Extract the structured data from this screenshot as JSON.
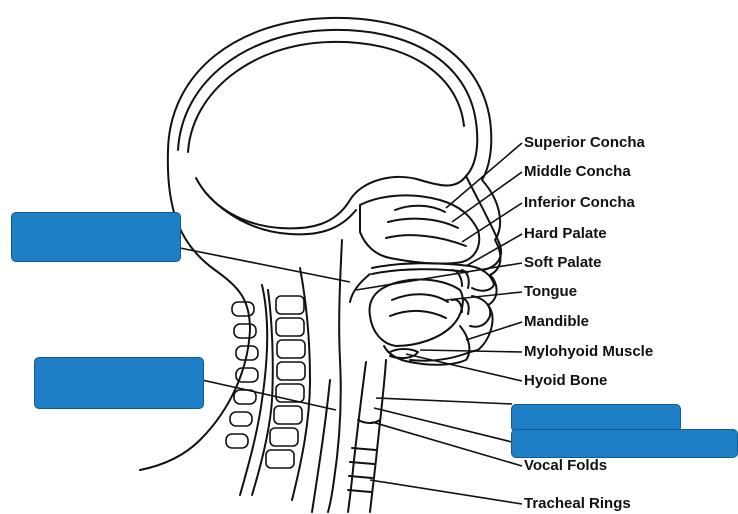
{
  "diagram": {
    "labels": [
      "Superior Concha",
      "Middle Concha",
      "Inferior Concha",
      "Hard Palate",
      "Soft Palate",
      "Tongue",
      "Mandible",
      "Mylohyoid Muscle",
      "Hyoid Bone",
      "Vocal Folds",
      "Tracheal Rings"
    ],
    "answer_boxes": [
      "left-upper",
      "left-lower",
      "right-upper",
      "right-lower"
    ],
    "colors": {
      "box_fill": "#1e7fc6",
      "box_border": "#135a8f",
      "line": "#111111"
    }
  }
}
